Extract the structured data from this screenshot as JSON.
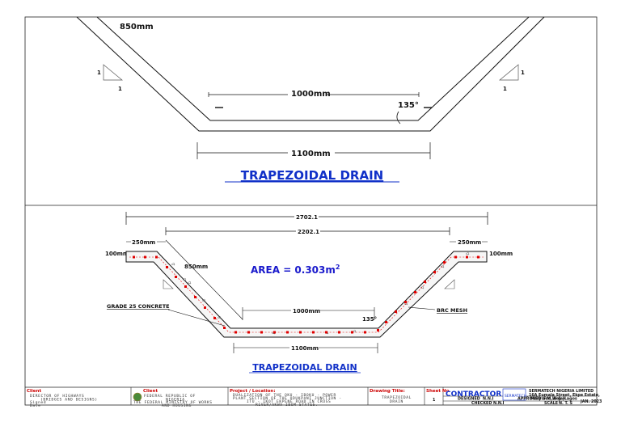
{
  "top_section": {
    "slant_label": "850mm",
    "base_inner_label": "1000mm",
    "angle_label": "135°",
    "base_outer_label": "1100mm",
    "slope_left": [
      "1",
      "1"
    ],
    "slope_right": [
      "1",
      "1"
    ],
    "title": "TRAPEZOIDAL DRAIN"
  },
  "bottom_section": {
    "overall_width": "2702.1",
    "top_opening": "2202.1",
    "left_ledge": "250mm",
    "right_ledge": "250mm",
    "left_thickness": "100mm",
    "right_thickness": "100mm",
    "slant_label": "850mm",
    "area_label": "AREA = 0.303m",
    "area_sup": "2",
    "base_inner_label": "1000mm",
    "angle_label": "135°",
    "base_outer_label": "1100mm",
    "concrete_callout": "GRADE 25 CONCRETE",
    "mesh_callout": "BRC MESH",
    "title": "TRAPEZOIDAL DRAIN",
    "rebar_color": "#e00000"
  },
  "title_block": {
    "client1_label": "Client",
    "client1_lines": [
      "DIRECTOR OF HIGHWAYS",
      "(BRIDGES AND DESIGNS)",
      "Signed",
      "Date"
    ],
    "client2_label": "Client",
    "client2_lines": [
      "FEDERAL REPUBLIC OF",
      "NIGERIA",
      "THE FEDERAL MINISTRY OF WORKS",
      "AND HOUSING"
    ],
    "project_label": "Project / Location:",
    "project_lines": [
      "DUALIZATION OF THE OKU - IBOKU - POWER",
      "PLANT SECTION OF THE ODUKPANI JUNCTION -",
      "ITU - IKOT EKPENE ROAD IN CROSS",
      "RIVER/AKWA IBOM STATES."
    ],
    "drawing_label": "Drawing Title:",
    "drawing_lines": [
      "TRAPEZOIDAL",
      "DRAIN"
    ],
    "sheet_label": "Sheet No.",
    "sheet_no": "1",
    "contractor": "CONTRACTOR",
    "company_logo": "SERMATECH",
    "company_name": "SERMATECH NIGERIA LIMITED",
    "company_addr1": "16A Eumala Street, Ekpe Estate,",
    "company_addr2": "Maryland,Ikeja,Lagos",
    "designed_label": "DESIGNED",
    "designed_by": "N.N.I",
    "approved_label": "APPROVED",
    "approved_by": "F.M.W & H",
    "checked_label": "CHECKED",
    "checked_by": "N.N.I",
    "scale_label": "SCALE",
    "scale_value": "N. T. S",
    "date_value": "JAN. 2023"
  }
}
